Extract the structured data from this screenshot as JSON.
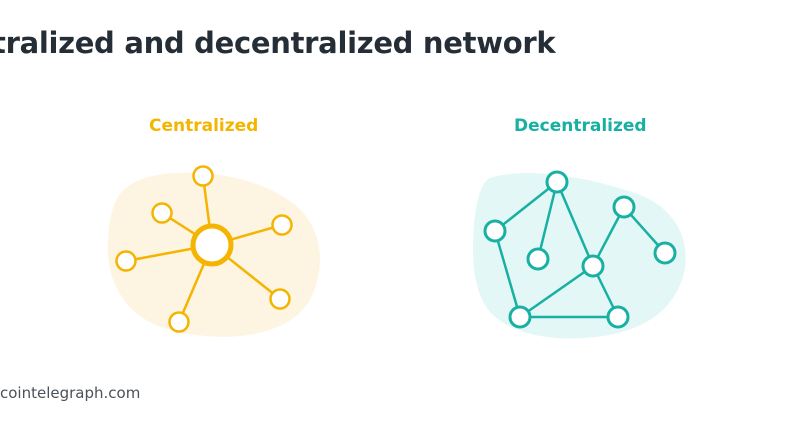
{
  "title": "tralized and decentralized network",
  "centralized": {
    "label": "Centralized",
    "color": "#f4b400",
    "bg": "#fdf5e2"
  },
  "decentralized": {
    "label": "Decentralized",
    "color": "#17b0a2",
    "bg": "#e3f8f6"
  },
  "source": "cointelegraph.com"
}
